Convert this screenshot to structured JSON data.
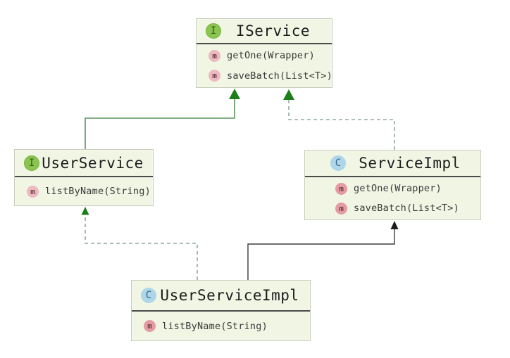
{
  "diagram": {
    "badges": {
      "interface": "I",
      "class": "C",
      "method": "m"
    },
    "nodes": [
      {
        "title": "IService",
        "kind": "interface",
        "methods": [
          "getOne(Wrapper)",
          "saveBatch(List<T>)"
        ]
      },
      {
        "title": "UserService",
        "kind": "interface",
        "methods": [
          "listByName(String)"
        ]
      },
      {
        "title": "ServiceImpl",
        "kind": "class",
        "methods": [
          "getOne(Wrapper)",
          "saveBatch(List<T>)"
        ]
      },
      {
        "title": "UserServiceImpl",
        "kind": "class",
        "methods": [
          "listByName(String)"
        ]
      }
    ],
    "edges": [
      {
        "from": "UserService",
        "to": "IService",
        "relation": "extends",
        "line": "solid-green"
      },
      {
        "from": "ServiceImpl",
        "to": "IService",
        "relation": "implements",
        "line": "dashed"
      },
      {
        "from": "UserServiceImpl",
        "to": "UserService",
        "relation": "implements",
        "line": "dashed"
      },
      {
        "from": "UserServiceImpl",
        "to": "ServiceImpl",
        "relation": "extends",
        "line": "solid-dark"
      }
    ],
    "colors": {
      "page-bg": "#ffffff",
      "node-bg": "#f1f5e4",
      "node-border": "#c6ccb8",
      "divider": "#4b4b4b",
      "title-color": "#1c1c1c",
      "method-color": "#3a3a3a",
      "badge-interface-bg": "#8cc452",
      "badge-interface-br": "#7ab23e",
      "badge-interface-fg": "#2f5d14",
      "badge-class-bg": "#aed5e8",
      "badge-class-fg": "#31698c",
      "badge-method-bg": "#edb9c1",
      "badge-method-strong-bg": "#e59ba4",
      "badge-method-fg": "#6f4046",
      "edge-solid-green": "#5f935f",
      "edge-dashed": "#93aa9c",
      "edge-solid-dark": "#3d3d3d",
      "arrow-green": "#1b7e1b",
      "arrow-dark": "#1c1c1c"
    }
  }
}
